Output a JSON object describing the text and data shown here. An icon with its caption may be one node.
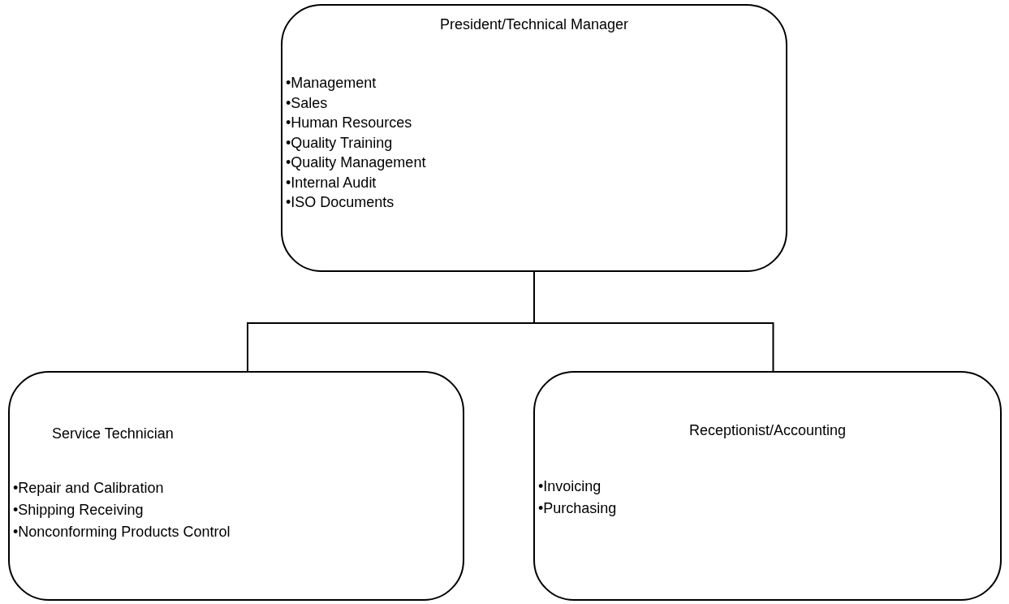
{
  "diagram": {
    "nodes": [
      {
        "text": [
          "President/Technical Manager",
          "•Management",
          "•Sales",
          "•Human Resources",
          "•Quality Training",
          "•Quality Management",
          "•Internal Audit",
          "•ISO Documents"
        ]
      },
      {
        "text": [
          "Service Technician",
          "•Repair and Calibration",
          "•Shipping Receiving",
          "•Nonconforming Products Control"
        ]
      },
      {
        "text": [
          "Receptionist/Accounting",
          "•Invoicing",
          "•Purchasing"
        ]
      }
    ],
    "edges": [
      {
        "from": 0,
        "to": 1,
        "arrow": "none"
      },
      {
        "from": 0,
        "to": 2,
        "arrow": "none"
      }
    ]
  }
}
